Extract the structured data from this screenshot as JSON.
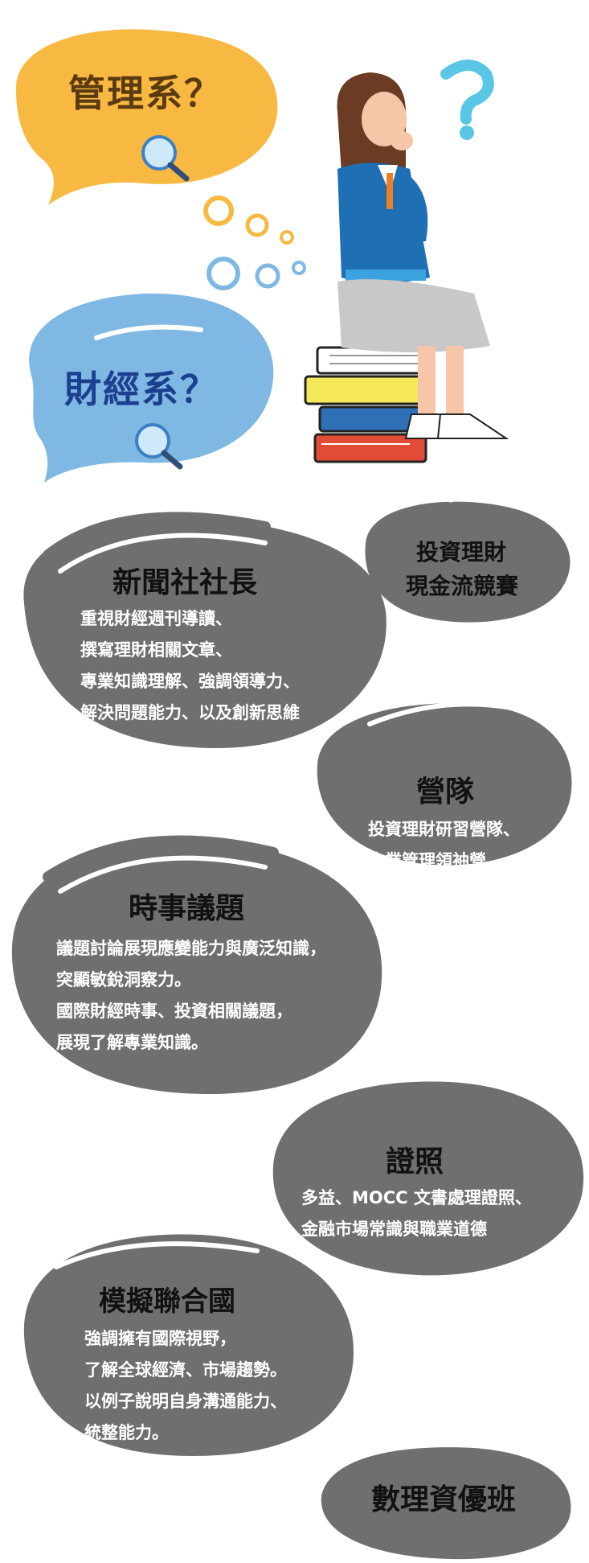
{
  "header": {
    "question_1": "管理系？",
    "question_2": "財經系？"
  },
  "items": [
    {
      "title": "新聞社社長",
      "lines": [
        "重視財經週刊導讀、",
        "撰寫理財相關文章、",
        "專業知識理解、強調領導力、",
        "解決問題能力、以及創新思維"
      ]
    },
    {
      "title_lines": [
        "投資理財",
        "現金流競賽"
      ]
    },
    {
      "title": "營隊",
      "lines": [
        "投資理財研習營隊、",
        "企業管理領袖營"
      ]
    },
    {
      "title": "時事議題",
      "lines": [
        "議題討論展現應變能力與廣泛知識，",
        "突顯敏銳洞察力。",
        "國際財經時事、投資相關議題，",
        "展現了解專業知識。"
      ]
    },
    {
      "title": "證照",
      "lines": [
        "多益、MOCC 文書處理證照、",
        "金融市場常識與職業道德"
      ]
    },
    {
      "title": "模擬聯合國",
      "lines": [
        "強調擁有國際視野，",
        "了解全球經濟、市場趨勢。",
        "以例子說明自身溝通能力、",
        "統整能力。"
      ]
    },
    {
      "title": "數理資優班"
    }
  ],
  "colors": {
    "bubble_orange": "#f8b942",
    "bubble_blue": "#7fb8e2",
    "gray_blob": "#6f6f6f",
    "question_text": "#5a3a10",
    "question_blue_text": "#1c3f8f"
  }
}
